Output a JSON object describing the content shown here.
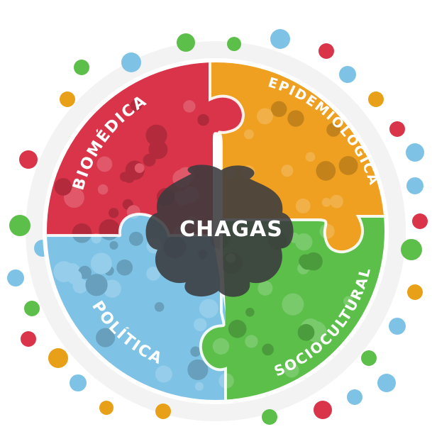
{
  "title": "CHAGAS",
  "pieces": {
    "biomedica": {
      "label": "BIOMÉDICA",
      "color": "#d9344a"
    },
    "epidemiologica": {
      "label": "EPIDEMIOLÓGICA",
      "color": "#f0a020"
    },
    "sociocultural": {
      "label": "SOCIOCULTURAL",
      "color": "#5cbf4a"
    },
    "politica": {
      "label": "POLÍTICA",
      "color": "#7ec3e6"
    }
  },
  "center_color": "#3a3a3e",
  "dot_colors": [
    "#e8a018",
    "#d9344a",
    "#5cbf4a",
    "#7ec3e6"
  ]
}
